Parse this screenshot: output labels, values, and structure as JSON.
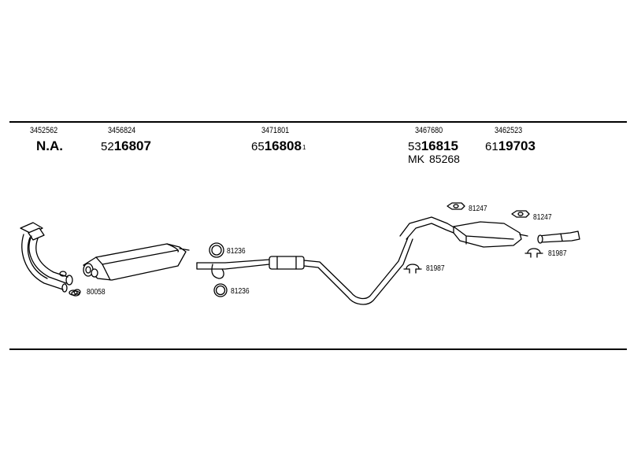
{
  "columns": [
    {
      "oem": "3452562",
      "prefix": "",
      "part": "N.A.",
      "note": ""
    },
    {
      "oem": "3456824",
      "prefix": "52",
      "part": "16807",
      "note": ""
    },
    {
      "oem": "3471801",
      "prefix": "65",
      "part": "16808",
      "note": "1"
    },
    {
      "oem": "3467680",
      "prefix": "53",
      "part": "16815",
      "note": "",
      "extra_prefix": "MK",
      "extra": "85268"
    },
    {
      "oem": "3462523",
      "prefix": "61",
      "part": "19703",
      "note": ""
    }
  ],
  "fittings": [
    {
      "code": "80058"
    },
    {
      "code": "81236"
    },
    {
      "code": "81236"
    },
    {
      "code": "81987"
    },
    {
      "code": "81247"
    },
    {
      "code": "81247"
    },
    {
      "code": "81987"
    }
  ]
}
